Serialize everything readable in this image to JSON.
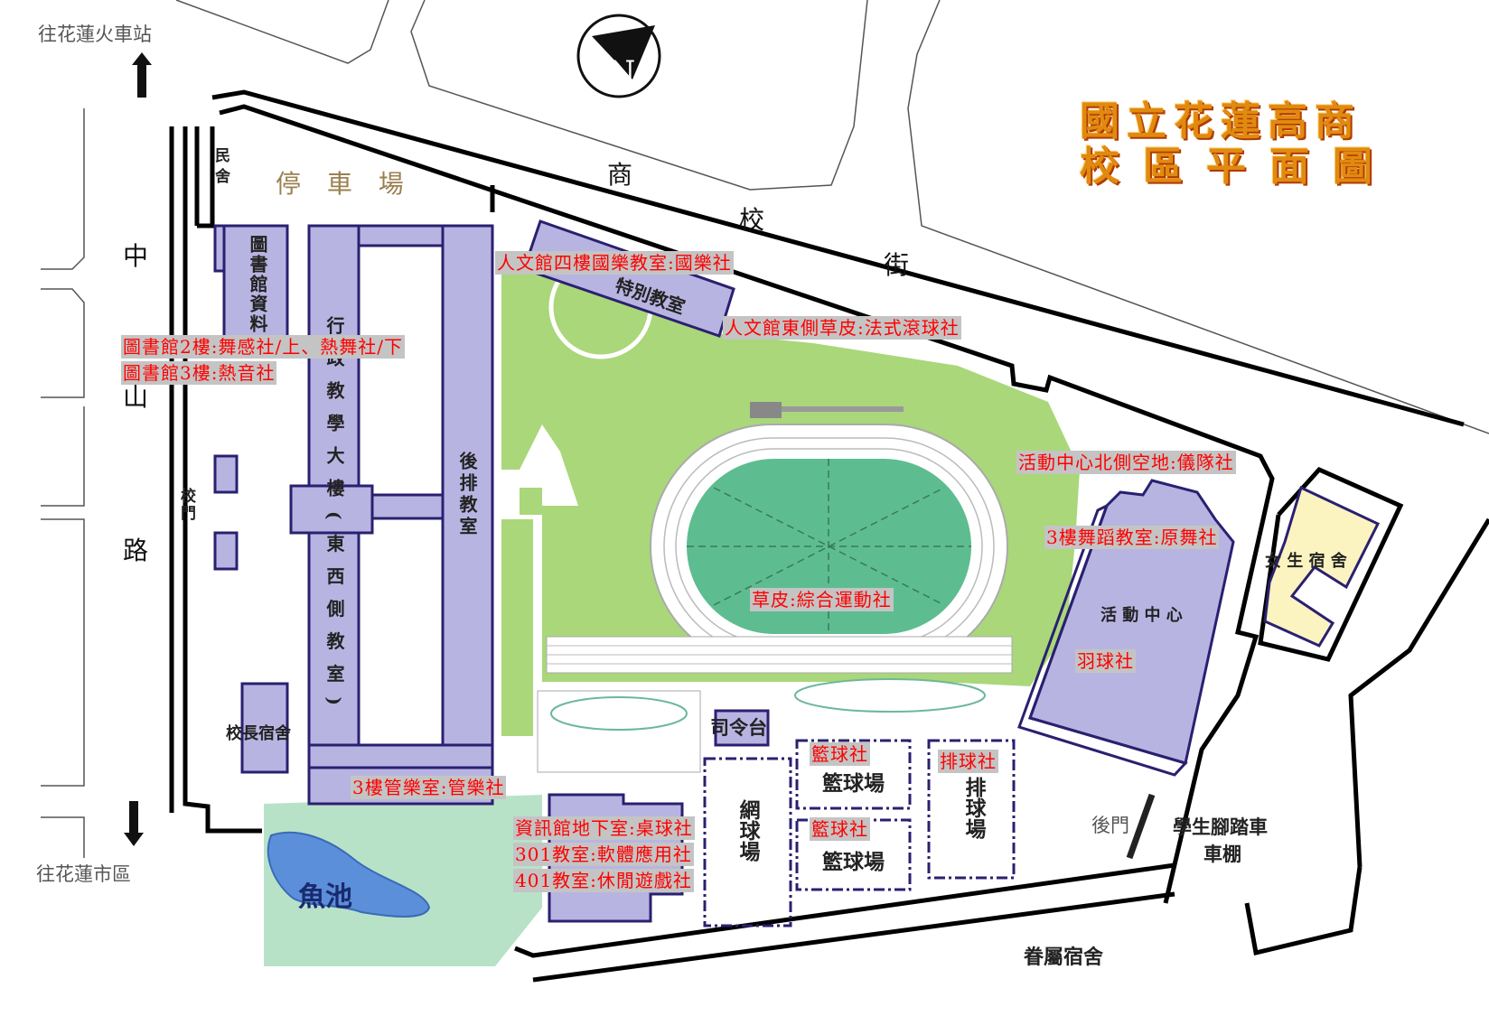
{
  "title": {
    "line1": "國立花蓮高商",
    "line2": "校區平面圖"
  },
  "compass": {
    "label": "N"
  },
  "directions": {
    "north": "往花蓮火車站",
    "south": "往花蓮市區"
  },
  "roads": {
    "zhongshan": [
      "中",
      "山",
      "路"
    ],
    "shangxiao": [
      "商",
      "校",
      "街"
    ]
  },
  "places": {
    "residence": "民舍",
    "parking": "停 車 場",
    "library": "圖書館資料",
    "admin_building": "行政教學大樓(東西側教室)",
    "back_classrooms": "後排教室",
    "special_classrooms": "特別教室",
    "school_gate": "校門",
    "principal_dorm": "校長宿舍",
    "podium": "司令台",
    "tennis_court": "網球場",
    "basketball_court_1": "籃球場",
    "basketball_court_2": "籃球場",
    "volleyball_court": "排球場",
    "activity_center": "活 動 中 心",
    "girls_dorm": "女 生 宿 舍",
    "back_gate": "後門",
    "bike_shed_1": "學生腳踏車",
    "bike_shed_2": "車棚",
    "family_dorm": "眷屬宿舍",
    "fish_pond": "魚池"
  },
  "clubs": {
    "guoyue": "人文館四樓國樂教室:國樂社",
    "petanque": "人文館東側草皮:法式滾球社",
    "library2": "圖書館2樓:舞感社/上、熱舞社/下",
    "library3": "圖書館3樓:熱音社",
    "honor_guard": "活動中心北側空地:儀隊社",
    "aboriginal_dance": "3樓舞蹈教室:原舞社",
    "sports": "草皮:綜合運動社",
    "badminton": "羽球社",
    "band": "3樓管樂室:管樂社",
    "basketball_1": "籃球社",
    "basketball_2": "籃球社",
    "volleyball": "排球社",
    "table_tennis": "資訊館地下室:桌球社",
    "software": "301教室:軟體應用社",
    "games": "401教室:休閒遊戲社"
  },
  "colors": {
    "building": "#b8b4e2",
    "outline": "#2a2070",
    "grass": "#a9d77a",
    "field": "#5dbd90",
    "pond": "#5b8fd9",
    "club_text": "#ff0000",
    "club_bg": "#c4c4c4"
  }
}
